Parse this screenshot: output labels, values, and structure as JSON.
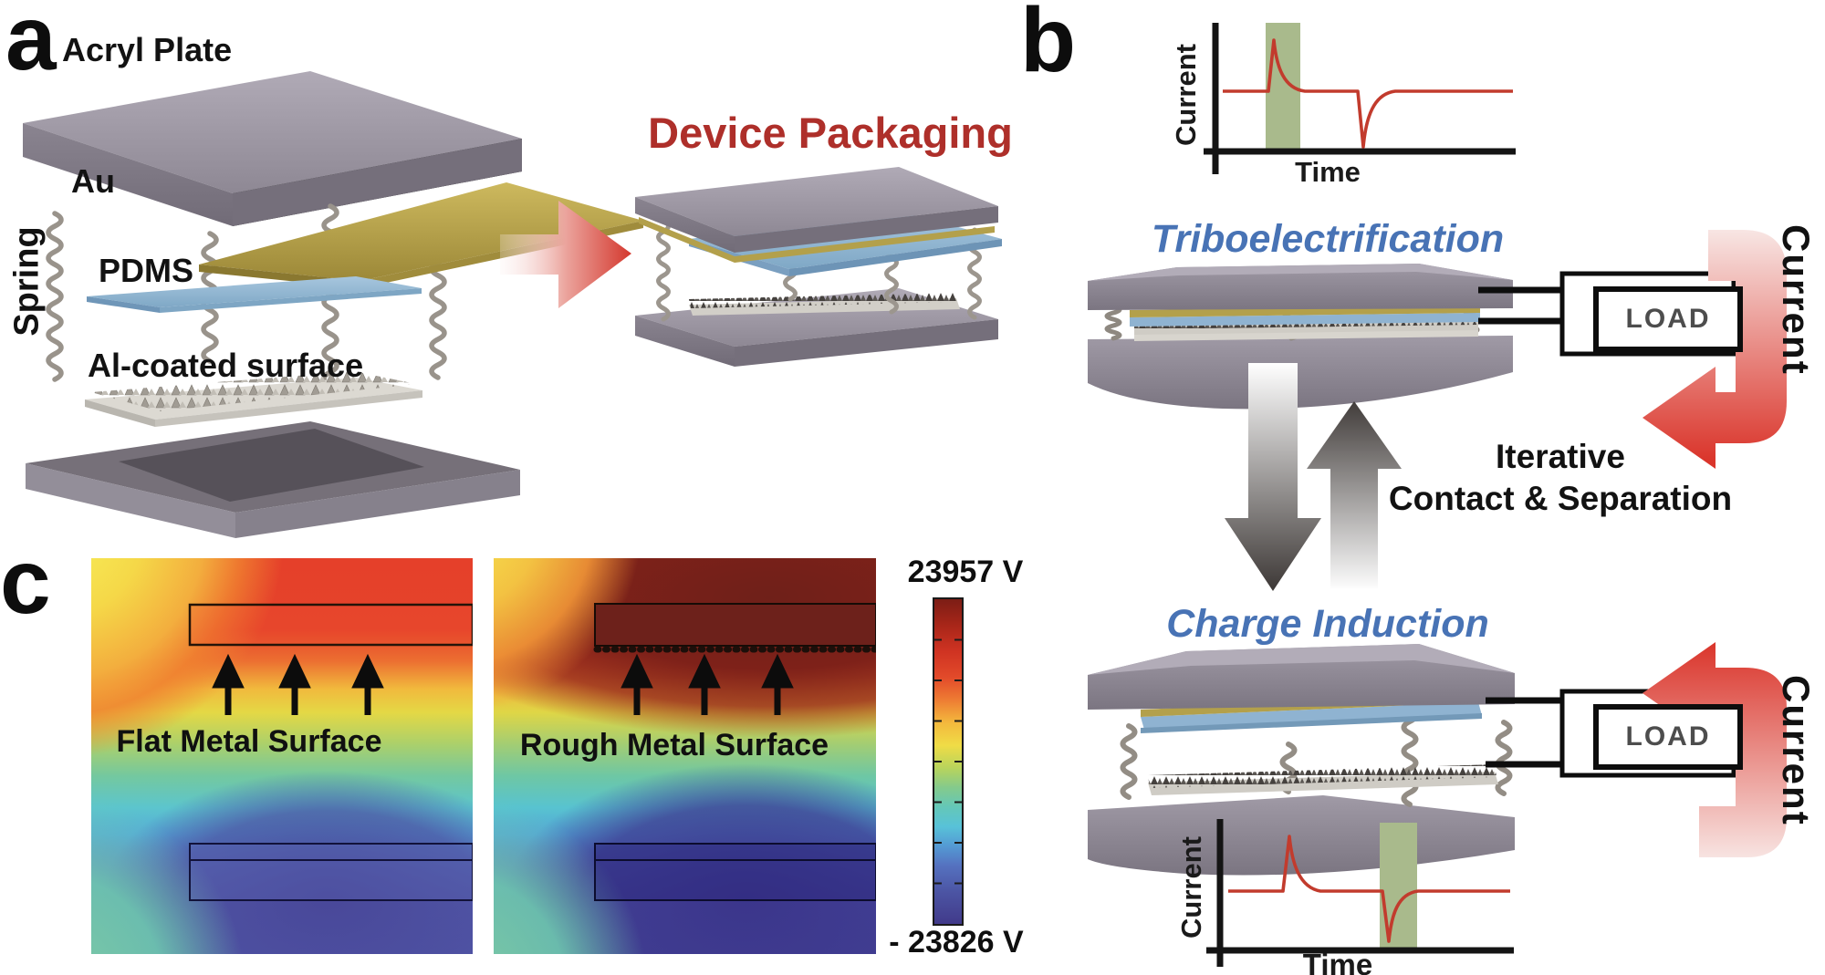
{
  "panel_a": {
    "label": "a",
    "layer_acryl": "Acryl Plate",
    "layer_au": "Au",
    "layer_spring": "Spring",
    "layer_pdms": "PDMS",
    "layer_al": "Al-coated surface",
    "packaging_title": "Device Packaging"
  },
  "panel_b": {
    "label": "b",
    "process_top": "Triboelectrification",
    "process_bottom": "Charge Induction",
    "load_label": "LOAD",
    "current_label": "Current",
    "iterative_line1": "Iterative",
    "iterative_line2": "Contact & Separation",
    "chart_ylabel": "Current",
    "chart_xlabel": "Time",
    "chart_top_highlight": "positive_pulse",
    "chart_bottom_highlight": "negative_pulse"
  },
  "panel_c": {
    "label": "c",
    "flat_label": "Flat Metal Surface",
    "rough_label": "Rough Metal Surface",
    "colorbar_max_label": "23957 V",
    "colorbar_min_label": "- 23826 V",
    "colorbar_max_value": 23957,
    "colorbar_min_value": -23826
  },
  "colors": {
    "title_red": "#ae2f2a",
    "process_blue": "#4873b5",
    "curve_red": "#c23b2d",
    "highlight_green": "#a9ba8c",
    "heatmap_top": "#e5402a",
    "heatmap_bottom": "#5156a4"
  }
}
